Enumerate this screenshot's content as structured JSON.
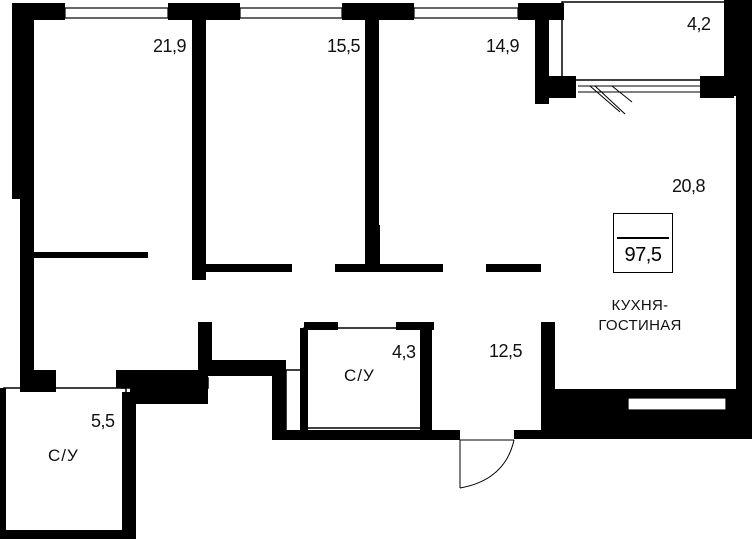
{
  "plan": {
    "total_area": "97,5",
    "rooms": [
      {
        "id": "bedroom-1",
        "area": "21,9"
      },
      {
        "id": "bedroom-2",
        "area": "15,5"
      },
      {
        "id": "bedroom-3",
        "area": "14,9"
      },
      {
        "id": "balcony",
        "area": "4,2"
      },
      {
        "id": "kitchen-living",
        "area": "20,8",
        "name_line1": "КУХНЯ-",
        "name_line2": "ГОСТИНАЯ"
      },
      {
        "id": "hallway",
        "area": "12,5"
      },
      {
        "id": "bathroom-1",
        "area": "4,3",
        "label": "С/У"
      },
      {
        "id": "bathroom-2",
        "area": "5,5",
        "label": "С/У"
      }
    ]
  }
}
